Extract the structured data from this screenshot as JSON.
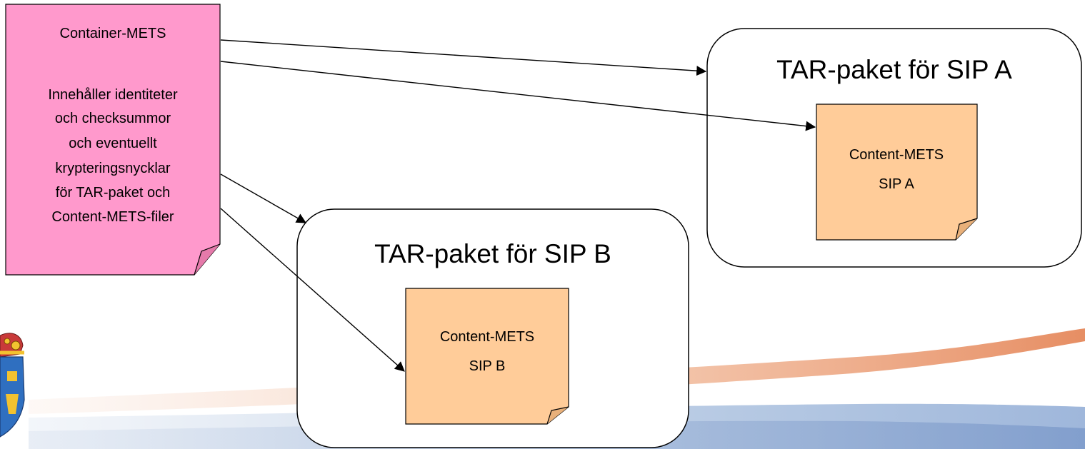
{
  "container_note": {
    "lines": [
      "Container-METS",
      "",
      "Innehåller identiteter",
      "och checksummor",
      "och eventuellt",
      "krypteringsnycklar",
      "för TAR-paket och",
      "Content-METS-filer"
    ],
    "color": "#ff99cc"
  },
  "tar_a": {
    "title": "TAR-paket för SIP A",
    "content_lines": [
      "Content-METS",
      "SIP A"
    ]
  },
  "tar_b": {
    "title": "TAR-paket för SIP B",
    "content_lines": [
      "Content-METS",
      "SIP B"
    ]
  },
  "colors": {
    "content_note": "#ffcc99",
    "swoosh_orange": "#e8895a",
    "swoosh_blue": "#7f9fcf"
  },
  "icons": [
    "crest-logo"
  ]
}
